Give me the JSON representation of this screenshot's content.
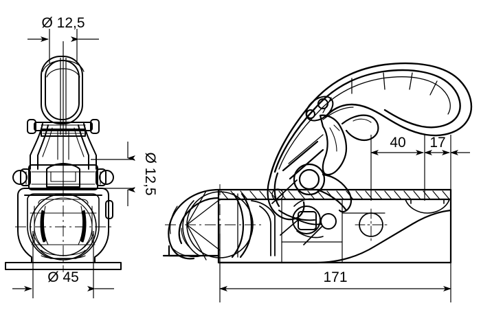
{
  "drawing": {
    "type": "engineering-technical-drawing",
    "subject": "trailer ball coupling / hitch head",
    "background_color": "#ffffff",
    "line_color": "#000000",
    "views": [
      {
        "name": "front-view",
        "label": ""
      },
      {
        "name": "side-section-view",
        "label": ""
      }
    ]
  },
  "dimensions": {
    "top_bore": "Ø 12,5",
    "side_bore": "Ø 12,5",
    "ball_diameter": "Ø 45",
    "offset_40": "40",
    "offset_17": "17",
    "overall_length": "171"
  }
}
